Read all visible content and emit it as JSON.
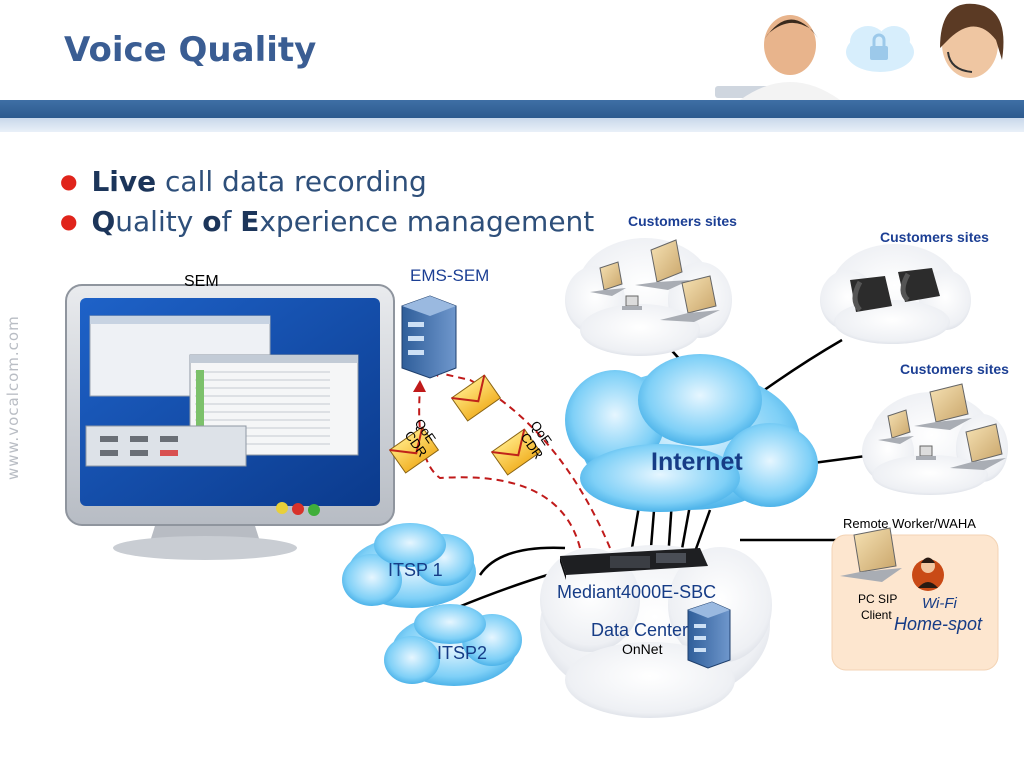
{
  "title": "Voice Quality",
  "watermark": "www.vocalcom.com",
  "bullets": [
    {
      "bold": "Live",
      "rest": " call data recording"
    },
    {
      "b1": "Q",
      "r1": "uality ",
      "b2": "o",
      "r2": "f ",
      "b3": "E",
      "r3": "xperience management"
    }
  ],
  "labels": {
    "sem": "SEM",
    "ems_sem": "EMS-SEM",
    "customers_sites": "Customers sites",
    "qoe": "QoE",
    "cdr": "CDR",
    "internet": "Internet",
    "remote_worker": "Remote Worker/WAHA",
    "pc_sip": "PC SIP",
    "client": "Client",
    "wifi": "Wi-Fi",
    "homespot": "Home-spot",
    "itsp1": "ITSP 1",
    "itsp2": "ITSP2",
    "mediant": "Mediant4000E-SBC",
    "data_center": "Data Center",
    "onnet": "OnNet"
  },
  "colors": {
    "title": "#3a5d93",
    "band": "#2d5a8e",
    "cloud": "#5fbff0",
    "bullet_dot": "#e0241b",
    "dashed_link": "#c01a1a",
    "label_blue": "#1c3f94"
  }
}
